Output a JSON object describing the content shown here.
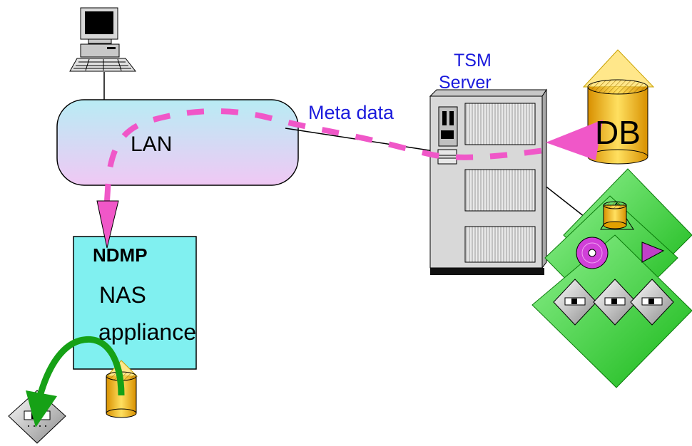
{
  "labels": {
    "lan": "LAN",
    "meta_data": "Meta data",
    "tsm_server_line1": "TSM",
    "tsm_server_line2": "Server",
    "db": "DB",
    "ndmp": "NDMP",
    "nas": "NAS",
    "appliance": "appliance"
  },
  "colors": {
    "data_flow": "#f057c8",
    "lan_cloud_top": "#b8ecf4",
    "lan_cloud_bottom": "#f0c8f4",
    "nas_box": "#80f0f0",
    "label_blue": "#1a1adc",
    "storage_green": "#2ed12e",
    "db_gold": "#f4b800"
  },
  "icons": [
    "computer-icon",
    "tsm-server-icon",
    "database-icon",
    "tape-drive-icon",
    "optical-disk-icon",
    "storage-pool-icon"
  ]
}
